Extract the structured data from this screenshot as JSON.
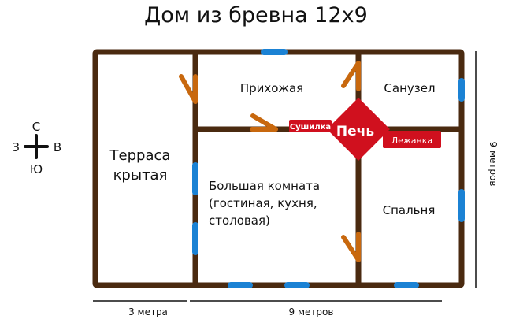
{
  "title": "Дом из бревна 12x9",
  "colors": {
    "wall": "#4a2a10",
    "door": "#c8680e",
    "window": "#1b82d4",
    "stove": "#d0101e",
    "text": "#111111"
  },
  "compass": {
    "north": "С",
    "south": "Ю",
    "west": "З",
    "east": "В"
  },
  "rooms": {
    "terrace": [
      "Терраса",
      "крытая"
    ],
    "hallway": "Прихожая",
    "bathroom": "Санузел",
    "living": [
      "Большая комната",
      "(гостиная, кухня,",
      "столовая)"
    ],
    "bedroom": "Спальня"
  },
  "stove": {
    "label": "Печь",
    "dryer": "Сушилка",
    "bench": "Лежанка"
  },
  "dimensions": {
    "terrace_width": "3 метра",
    "house_width": "9 метров",
    "house_depth": "9 метров"
  }
}
